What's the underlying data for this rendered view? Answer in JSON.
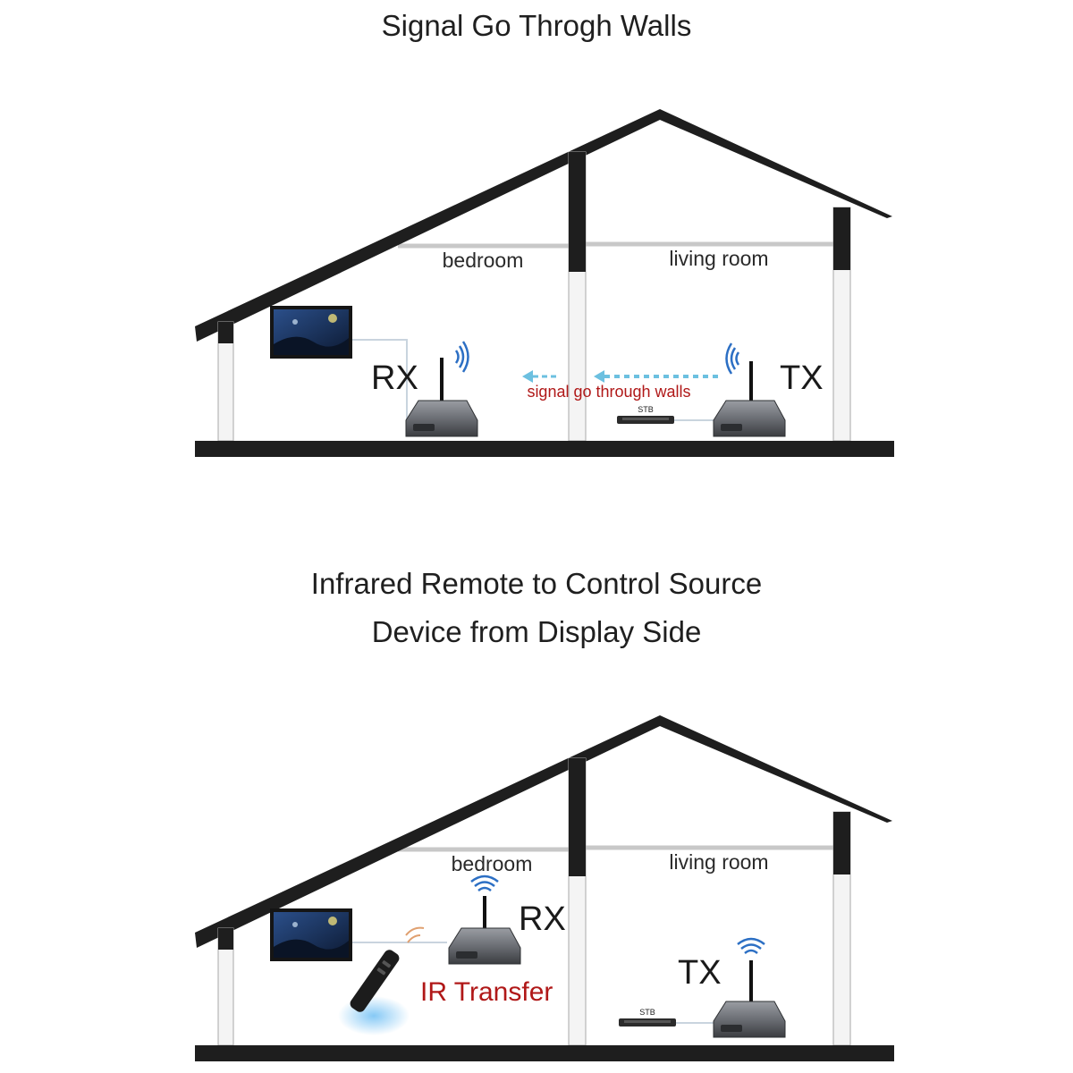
{
  "panel1": {
    "title": "Signal Go Throgh Walls",
    "rooms": {
      "left": "bedroom",
      "right": "living room"
    },
    "rx_label": "RX",
    "tx_label": "TX",
    "signal_text": "signal go through walls",
    "stb_label": "STB"
  },
  "panel2": {
    "title_line1": "Infrared Remote to Control Source",
    "title_line2": "Device from Display Side",
    "rooms": {
      "left": "bedroom",
      "right": "living room"
    },
    "rx_label": "RX",
    "tx_label": "TX",
    "ir_text": "IR Transfer",
    "stb_label": "STB"
  },
  "colors": {
    "roof": "#1e1e1e",
    "signal_arrow": "#6cc0e0",
    "signal_text": "#b01818",
    "wifi": "#2c6fc4",
    "device_body": "#6b6e74",
    "remote_glow": "#7fc6f5"
  }
}
